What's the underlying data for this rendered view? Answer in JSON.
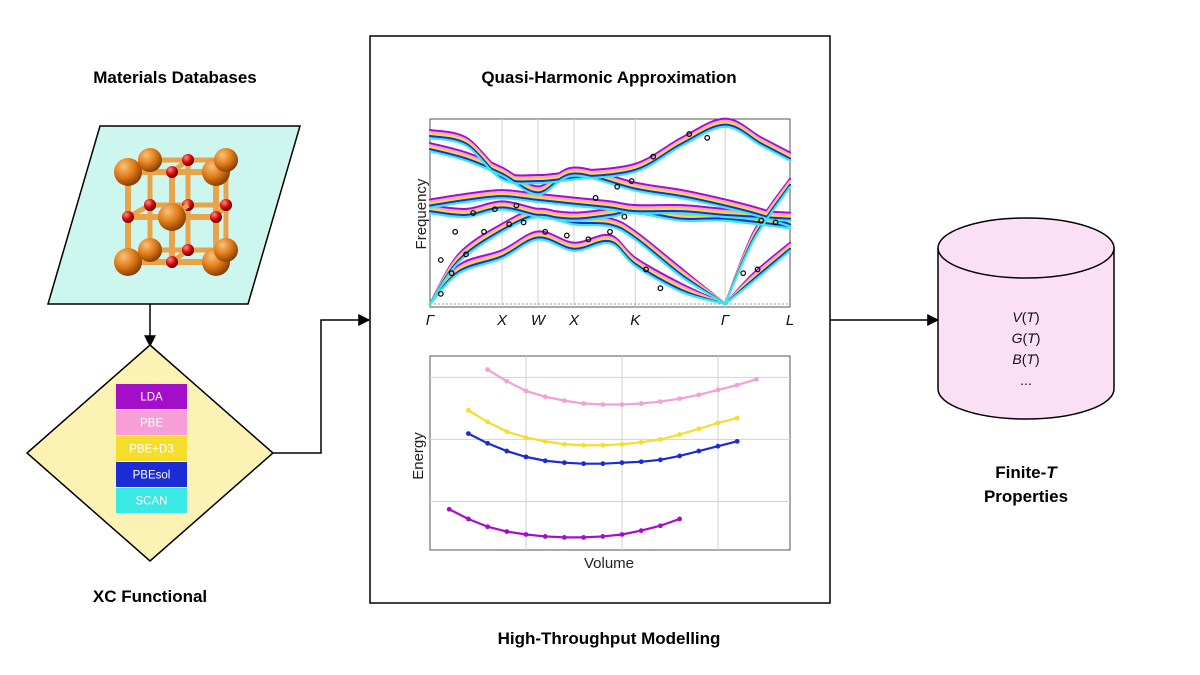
{
  "labels": {
    "materials_databases": "Materials Databases",
    "xc_functional": "XC Functional",
    "qha_title": "Quasi-Harmonic Approximation",
    "high_throughput": "High-Throughput Modelling",
    "finite_t_prefix": "Finite-",
    "finite_t_italic": "T",
    "properties": "Properties"
  },
  "xc_functionals": [
    {
      "name": "LDA",
      "color": "#a30fc8"
    },
    {
      "name": "PBE",
      "color": "#f59fd6"
    },
    {
      "name": "PBE+D3",
      "color": "#f6dd2c"
    },
    {
      "name": "PBEsol",
      "color": "#1b2bd6"
    },
    {
      "name": "SCAN",
      "color": "#3ae8e4"
    }
  ],
  "colors": {
    "parallelogram": "#cdf6ee",
    "diamond": "#fbf2b3",
    "cylinder": "#fbe0f5",
    "atom_large": "#e07a17",
    "atom_small": "#d60e0e",
    "bond": "#e8a44a",
    "expt_points": "#000000"
  },
  "properties": [
    {
      "fn": "V",
      "arg": "T"
    },
    {
      "fn": "G",
      "arg": "T"
    },
    {
      "fn": "B",
      "arg": "T"
    },
    {
      "fn": "...",
      "arg": ""
    }
  ],
  "chart_data": [
    {
      "type": "line",
      "ylabel": "Frequency",
      "xlabel": "",
      "x_ticks": [
        "Γ",
        "X",
        "W",
        "X",
        "K",
        "Γ",
        "L"
      ],
      "x_tick_positions": [
        0,
        1,
        1.5,
        2,
        2.85,
        4.1,
        5.0
      ],
      "series": [
        {
          "color": "#a30fc8"
        },
        {
          "color": "#f59fd6"
        },
        {
          "color": "#f6dd2c"
        },
        {
          "color": "#1b2bd6"
        },
        {
          "color": "#3ae8e4"
        }
      ]
    },
    {
      "type": "line",
      "ylabel": "Energy",
      "xlabel": "Volume",
      "series": [
        {
          "color": "#f59fd6",
          "x": [
            0.6,
            1.0,
            1.4,
            1.8,
            2.2,
            2.6,
            3.0,
            3.4,
            3.8,
            4.2,
            4.6,
            5.0,
            5.4,
            5.8,
            6.2
          ],
          "y": [
            7.8,
            7.2,
            6.7,
            6.4,
            6.2,
            6.05,
            6.0,
            6.0,
            6.05,
            6.15,
            6.3,
            6.5,
            6.75,
            7.0,
            7.3
          ]
        },
        {
          "color": "#f6dd2c",
          "x": [
            0.2,
            0.6,
            1.0,
            1.4,
            1.8,
            2.2,
            2.6,
            3.0,
            3.4,
            3.8,
            4.2,
            4.6,
            5.0,
            5.4,
            5.8
          ],
          "y": [
            5.7,
            5.1,
            4.6,
            4.3,
            4.1,
            3.95,
            3.9,
            3.9,
            3.95,
            4.05,
            4.2,
            4.45,
            4.75,
            5.05,
            5.3
          ]
        },
        {
          "color": "#1b2bd6",
          "x": [
            0.2,
            0.6,
            1.0,
            1.4,
            1.8,
            2.2,
            2.6,
            3.0,
            3.4,
            3.8,
            4.2,
            4.6,
            5.0,
            5.4,
            5.8
          ],
          "y": [
            4.5,
            4.0,
            3.6,
            3.3,
            3.1,
            3.0,
            2.95,
            2.95,
            3.0,
            3.05,
            3.15,
            3.35,
            3.6,
            3.85,
            4.1
          ]
        },
        {
          "color": "#a30fc8",
          "x": [
            -0.2,
            0.2,
            0.6,
            1.0,
            1.4,
            1.8,
            2.2,
            2.6,
            3.0,
            3.4,
            3.8,
            4.2,
            4.6
          ],
          "y": [
            0.6,
            0.1,
            -0.3,
            -0.55,
            -0.7,
            -0.8,
            -0.85,
            -0.85,
            -0.8,
            -0.7,
            -0.5,
            -0.25,
            0.1
          ]
        }
      ]
    }
  ]
}
